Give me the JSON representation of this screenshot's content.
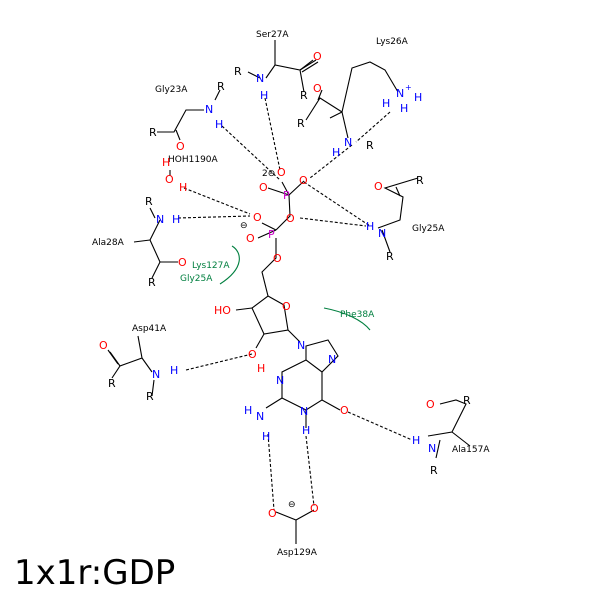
{
  "title": "1x1r:GDP",
  "residues": {
    "ser27a": "Ser27A",
    "lys26a": "Lys26A",
    "gly23a": "Gly23A",
    "hoh1190a": "HOH1190A",
    "ala28a": "Ala28A",
    "gly25a_right": "Gly25A",
    "asp41a": "Asp41A",
    "ala157a": "Ala157A",
    "asp129a": "Asp129A"
  },
  "hydrophobic": {
    "lys127a": "Lys127A",
    "gly25a": "Gly25A",
    "phe38a": "Phe38A"
  },
  "atoms": {
    "R": "R",
    "N": "N",
    "H": "H",
    "O": "O",
    "P": "P",
    "HO": "HO",
    "charge_minus": "⊖",
    "charge_2minus": "2⊖",
    "plus": "+",
    "H2": "H"
  },
  "colors": {
    "nitrogen": "#0000ff",
    "oxygen": "#ff0000",
    "phosphorus": "#cc00cc",
    "hydrophobic": "#007f3f"
  }
}
